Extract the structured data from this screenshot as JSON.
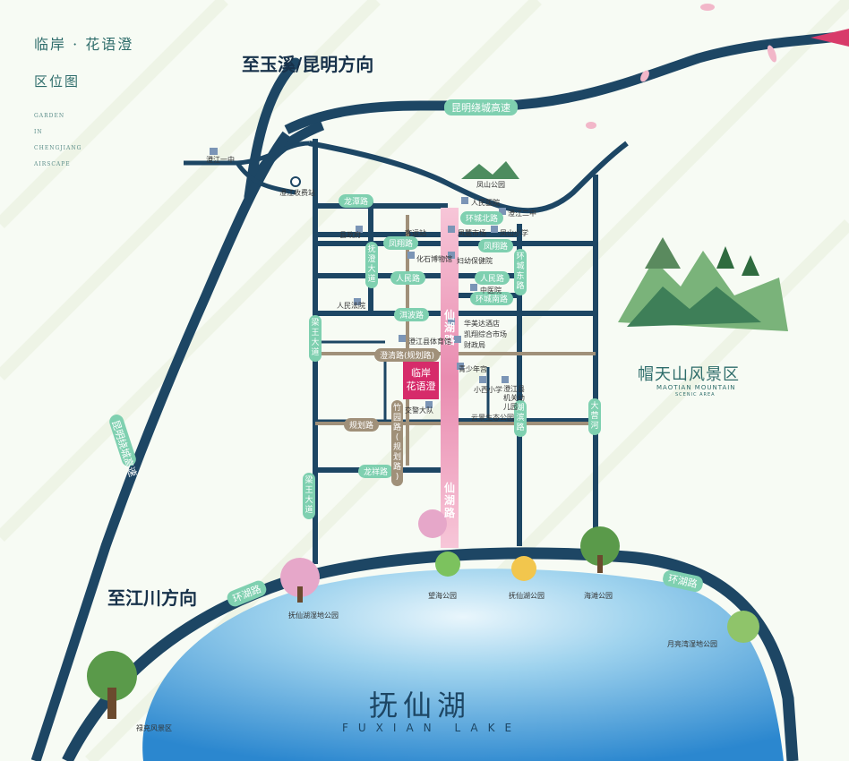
{
  "title": {
    "line1": "临岸 · 花语澄",
    "line2": "区位图",
    "en_lines": [
      "GARDEN",
      "IN",
      "CHENGJIANG",
      "AIRSCAPE"
    ]
  },
  "directions": {
    "north": "至玉溪/昆明方向",
    "west": "至江川方向"
  },
  "highways": {
    "top": "昆明绕城高速",
    "left": "昆明绕城高速"
  },
  "project": {
    "name_line1": "临岸",
    "name_line2": "花语澄"
  },
  "main_road": {
    "upper": "仙湖路",
    "lower": "仙湖路"
  },
  "road_pills": {
    "longtan": "龙潭路",
    "huancheng_bei": "环城北路",
    "fengxiang_w": "凤翔路",
    "fengxiang_e": "凤翔路",
    "renmin_w": "人民路",
    "renmin_e": "人民路",
    "huancheng_nan": "环城南路",
    "huancheng_dong": "环城东路",
    "fuxian_ave": "抚澄大道",
    "xiaobo": "洱波路",
    "liangwang_upper": "梁王大道",
    "liangwang_lower": "梁王大道",
    "longxiang": "龙祥路",
    "hubin": "湖滨路",
    "dayinghe": "大营河",
    "huanhu_w": "环湖路",
    "huanhu_e": "环湖路"
  },
  "planned_roads": {
    "chengqing": "澄清路(规划路)",
    "zhuyuan": "竹园路(规划路)",
    "guihua": "规划路"
  },
  "poi": [
    "澄江一中",
    "澄江收费站",
    "凤山公园",
    "人民医院",
    "澄江二中",
    "县政府",
    "客运站",
    "凤麓市场",
    "凤山小学",
    "化石博物馆",
    "妇幼保健院",
    "中医院",
    "人民法院",
    "华美达酒店",
    "澄江县体育馆",
    "凯翔综合市场",
    "财政局",
    "青少年宫",
    "小西小学",
    "澄江县机关幼儿园",
    "交警大队",
    "云景生态公园"
  ],
  "scenic": {
    "name": "帽天山风景区",
    "en1": "MAOTIAN MOUNTAIN",
    "en2": "SCENIC AREA"
  },
  "lake": {
    "cn": "抚仙湖",
    "en": "FUXIAN LAKE"
  },
  "parks": {
    "wetland": "抚仙湖湿地公园",
    "wanghai": "望海公园",
    "fuxianhu": "抚仙湖公园",
    "haitan": "海滩公园",
    "yueliangwan": "月亮湾湿地公园",
    "lukang": "禄充风景区"
  },
  "colors": {
    "road": "#1d4664",
    "pill": "#7fd0b0",
    "planned": "#a09079",
    "accent": "#d62b6a",
    "lake": "#3d9ad6"
  }
}
